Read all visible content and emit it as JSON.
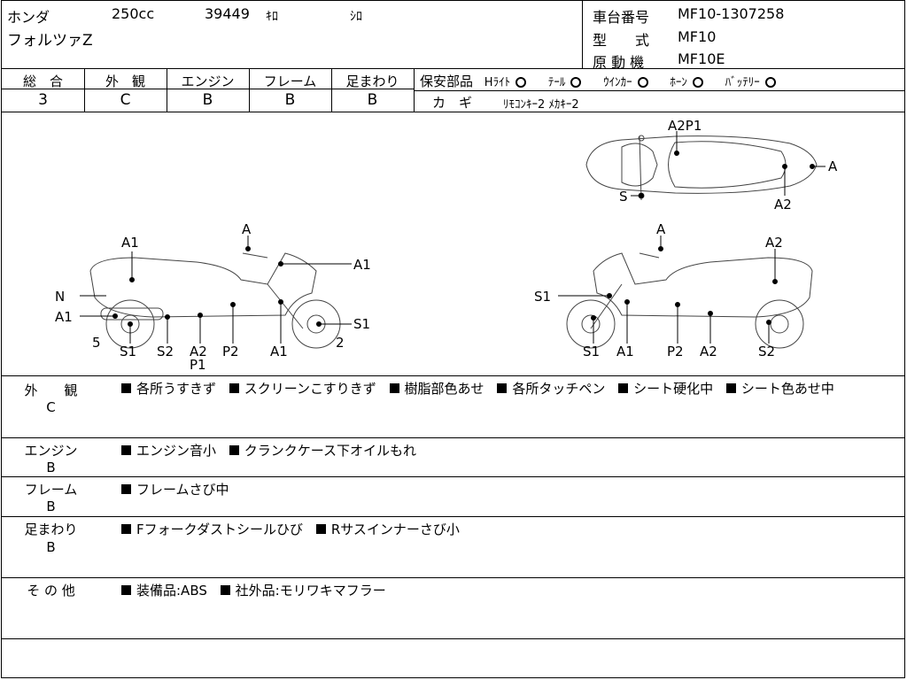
{
  "header": {
    "maker": "ホンダ",
    "displacement": "250cc",
    "mileage": "39449",
    "mileage_unit": "ｷﾛ",
    "color": "ｼﾛ",
    "model_name": "フォルツァZ",
    "frame_no_label": "車台番号",
    "frame_no": "MF10-1307258",
    "type_label": "型　　式",
    "type": "MF10",
    "engine_label": "原 動 機",
    "engine": "MF10E"
  },
  "ratings": [
    {
      "label": "総　合",
      "value": "3"
    },
    {
      "label": "外　観",
      "value": "C"
    },
    {
      "label": "エンジン",
      "value": "B"
    },
    {
      "label": "フレーム",
      "value": "B"
    },
    {
      "label": "足まわり",
      "value": "B"
    }
  ],
  "safety": {
    "label": "保安部品",
    "items": [
      {
        "label": "Hﾗｲﾄ",
        "status": "O"
      },
      {
        "label": "ﾃｰﾙ",
        "status": "O"
      },
      {
        "label": "ｳｲﾝｶｰ",
        "status": "O"
      },
      {
        "label": "ﾎｰﾝ",
        "status": "O"
      },
      {
        "label": "ﾊﾞｯﾃﾘｰ",
        "status": "O"
      }
    ],
    "key_label": "カ　ギ",
    "key_value": "ﾘﾓｺﾝｷｰ2 ﾒｶｷｰ2"
  },
  "diagram": {
    "top": {
      "a2p1": "A2P1",
      "a": "A",
      "s": "S",
      "a2": "A2"
    },
    "left": {
      "a_top": "A",
      "a1_front": "A1",
      "a1_rear": "A1",
      "n": "N",
      "a1_muffler": "A1",
      "s1_front": "S1",
      "num5": "5",
      "num2": "2",
      "bottom": [
        "S1",
        "S2",
        "A2",
        "P2",
        "A1"
      ],
      "p1": "P1"
    },
    "right": {
      "a_top": "A",
      "a2": "A2",
      "s1_left": "S1",
      "bottom": [
        "S1",
        "A1",
        "P2",
        "A2",
        "S2"
      ]
    }
  },
  "remarks": [
    {
      "label": "外　　観",
      "grade": "C",
      "items": [
        "各所うすきず",
        "スクリーンこすりきず",
        "樹脂部色あせ",
        "各所タッチペン",
        "シート硬化中",
        "シート色あせ中"
      ]
    },
    {
      "label": "エンジン",
      "grade": "B",
      "items": [
        "エンジン音小",
        "クランクケース下オイルもれ"
      ]
    },
    {
      "label": "フレーム",
      "grade": "B",
      "items": [
        "フレームさび中"
      ]
    },
    {
      "label": "足まわり",
      "grade": "B",
      "items": [
        "Fフォークダストシールひび",
        "Rサスインナーさび小"
      ]
    },
    {
      "label": "そ の 他",
      "grade": "",
      "items": [
        "装備品:ABS",
        "社外品:モリワキマフラー"
      ]
    }
  ]
}
